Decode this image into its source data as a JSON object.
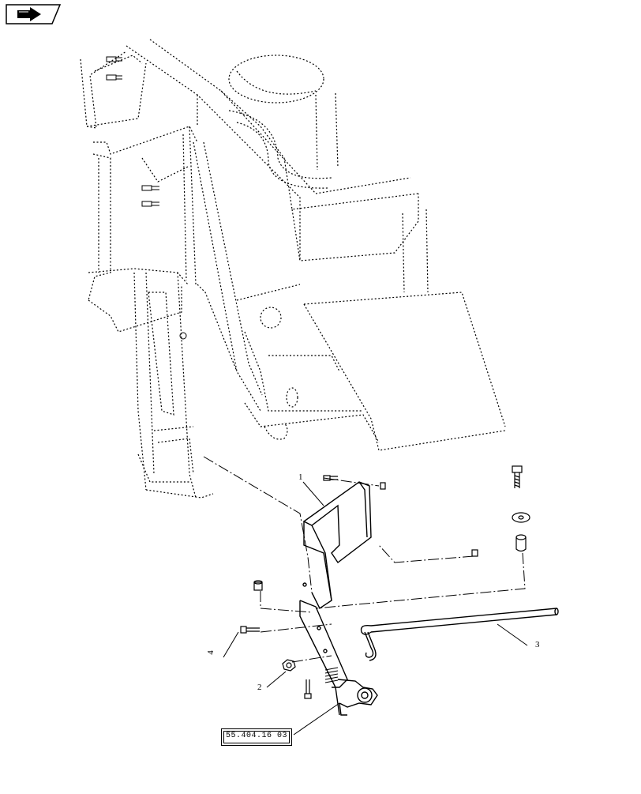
{
  "nav": {
    "icon": "next-page-arrow-icon"
  },
  "callouts": {
    "c1": "1",
    "c2": "2",
    "c3": "3",
    "c4": "4"
  },
  "reference": {
    "label": "55.404.16 03"
  }
}
